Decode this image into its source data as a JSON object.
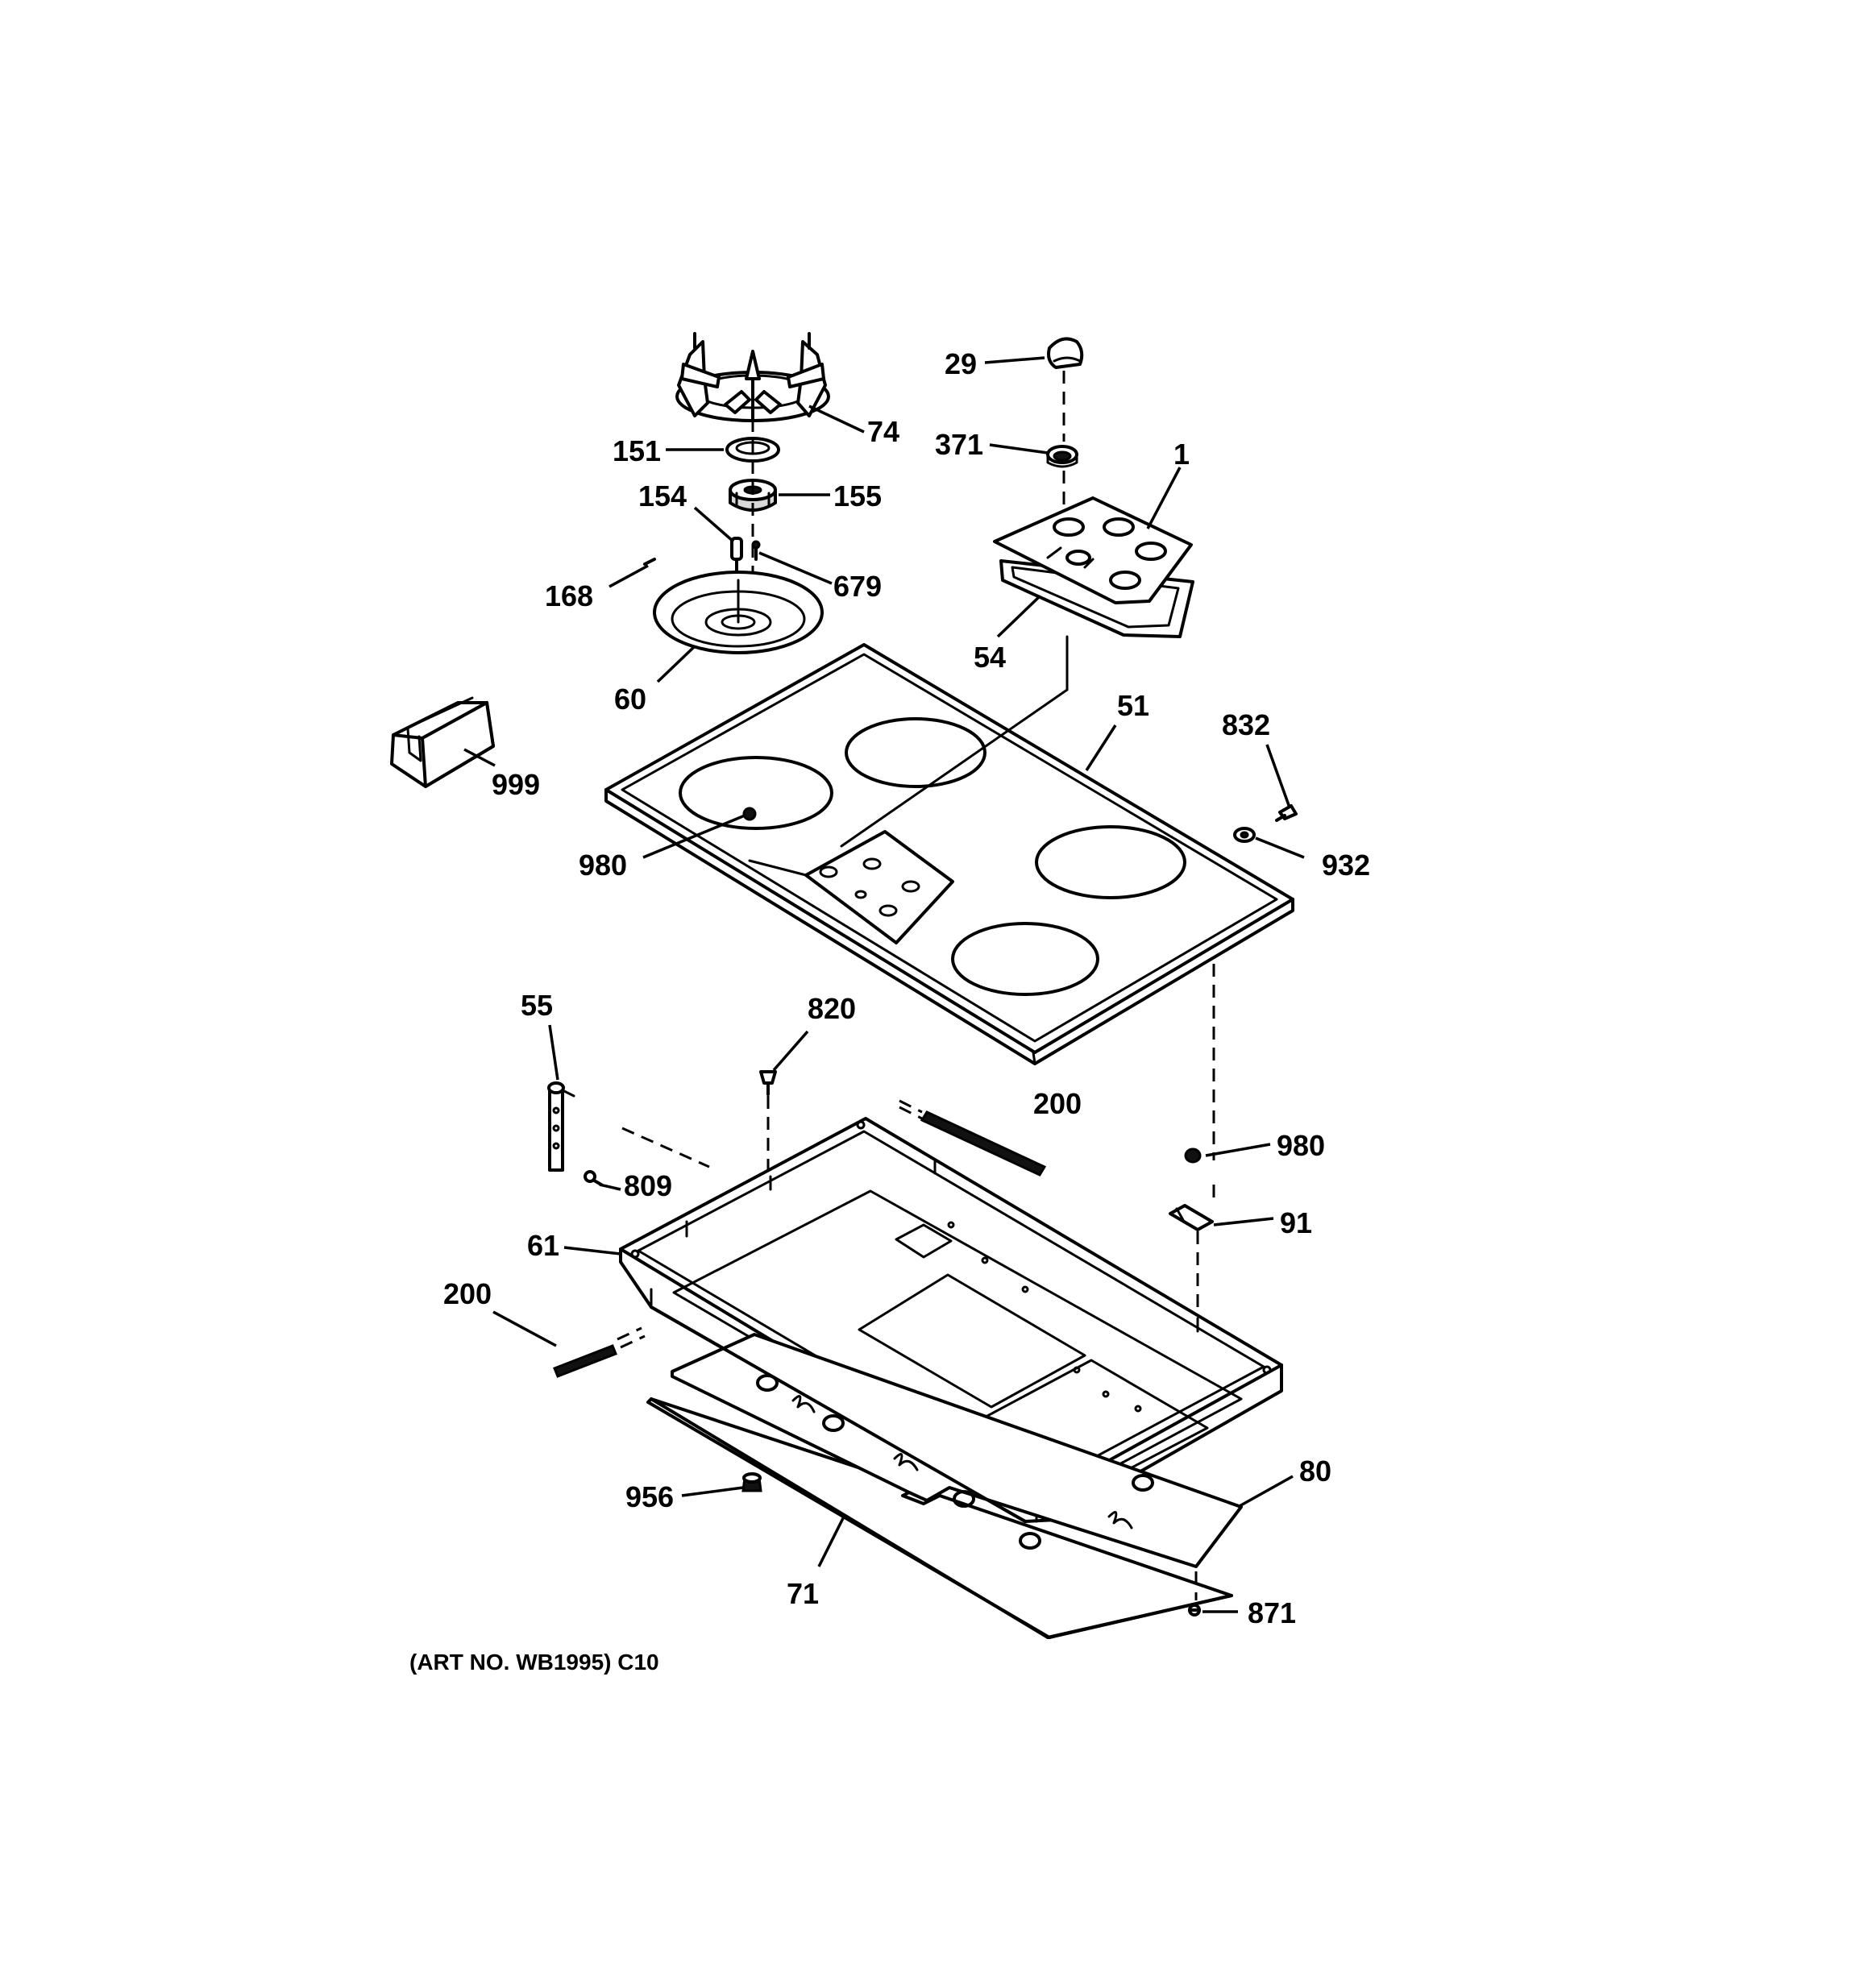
{
  "diagram": {
    "art_number": "(ART NO. WB1995) C10",
    "callouts": {
      "c29": "29",
      "c74": "74",
      "c151": "151",
      "c371": "371",
      "c1": "1",
      "c154": "154",
      "c155": "155",
      "c168": "168",
      "c679": "679",
      "c54": "54",
      "c60": "60",
      "c51": "51",
      "c832": "832",
      "c999": "999",
      "c980a": "980",
      "c932": "932",
      "c55": "55",
      "c820": "820",
      "c200a": "200",
      "c980b": "980",
      "c809": "809",
      "c91": "91",
      "c61": "61",
      "c200b": "200",
      "c80": "80",
      "c956": "956",
      "c71": "71",
      "c871": "871"
    }
  }
}
